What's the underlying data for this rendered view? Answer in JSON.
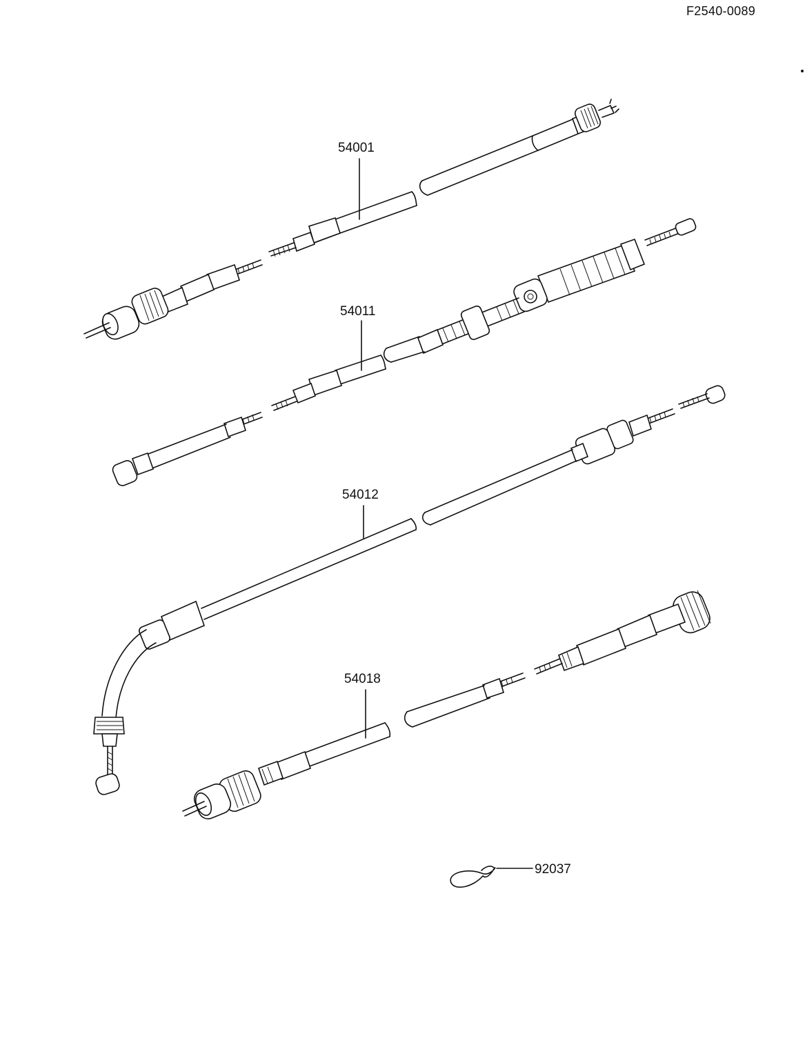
{
  "document": {
    "code": "F2540-0089"
  },
  "parts": [
    {
      "id": "speedometer-cable",
      "number": "54001"
    },
    {
      "id": "clutch-cable",
      "number": "54011"
    },
    {
      "id": "throttle-cable",
      "number": "54012"
    },
    {
      "id": "tachometer-cable",
      "number": "54018"
    },
    {
      "id": "cable-clip",
      "number": "92037"
    }
  ]
}
